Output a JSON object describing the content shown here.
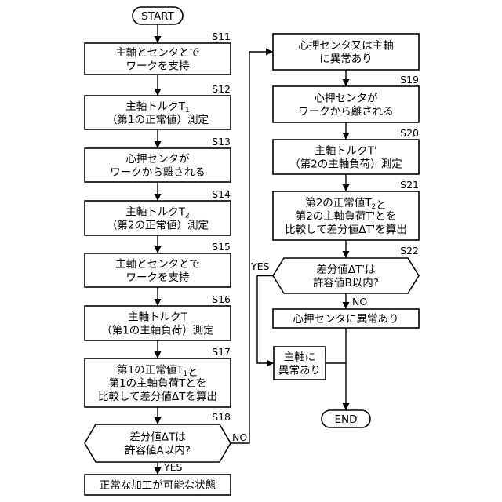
{
  "flowchart": {
    "start": "START",
    "end": "END",
    "left_column": [
      {
        "step": "S11",
        "lines": [
          [
            "主軸とセンタとで"
          ],
          [
            "ワークを支持"
          ]
        ]
      },
      {
        "step": "S12",
        "lines": [
          [
            "主軸トルクT",
            {
              "sub": "1"
            }
          ],
          [
            "（第1の正常値）測定"
          ]
        ]
      },
      {
        "step": "S13",
        "lines": [
          [
            "心押センタが"
          ],
          [
            "ワークから離される"
          ]
        ]
      },
      {
        "step": "S14",
        "lines": [
          [
            "主軸トルクT",
            {
              "sub": "2"
            }
          ],
          [
            "（第2の正常値）測定"
          ]
        ]
      },
      {
        "step": "S15",
        "lines": [
          [
            "主軸とセンタとで"
          ],
          [
            "ワークを支持"
          ]
        ]
      },
      {
        "step": "S16",
        "lines": [
          [
            "主軸トルクT"
          ],
          [
            "（第1の主軸負荷）測定"
          ]
        ]
      },
      {
        "step": "S17",
        "lines": [
          [
            "第1の正常値T",
            {
              "sub": "1"
            },
            "と"
          ],
          [
            "第1の主軸負荷Tとを"
          ],
          [
            "比較して差分値ΔTを算出"
          ]
        ]
      }
    ],
    "left_decision": {
      "step": "S18",
      "lines": [
        [
          "差分値ΔTは"
        ],
        [
          "許容値A以内?"
        ]
      ],
      "yes": "YES",
      "no": "NO"
    },
    "left_result": "正常な加工が可能な状態",
    "right_column": [
      {
        "step": "",
        "lines": [
          [
            "心押センタ又は主軸"
          ],
          [
            "に異常あり"
          ]
        ]
      },
      {
        "step": "S19",
        "lines": [
          [
            "心押センタが"
          ],
          [
            "ワークから離される"
          ]
        ]
      },
      {
        "step": "S20",
        "lines": [
          [
            "主軸トルクT'"
          ],
          [
            "（第2の主軸負荷）測定"
          ]
        ]
      },
      {
        "step": "S21",
        "lines": [
          [
            "第2の正常値T",
            {
              "sub": "2"
            },
            "と"
          ],
          [
            "第2の主軸負荷T'とを"
          ],
          [
            "比較して差分値ΔT'を算出"
          ]
        ]
      }
    ],
    "right_decision": {
      "step": "S22",
      "lines": [
        [
          "差分値ΔT'は"
        ],
        [
          "許容値B以内?"
        ]
      ],
      "yes": "YES",
      "no": "NO"
    },
    "right_no_result": "心押センタに異常あり",
    "right_yes_result": [
      [
        "主軸に"
      ],
      [
        "異常あり"
      ]
    ]
  }
}
